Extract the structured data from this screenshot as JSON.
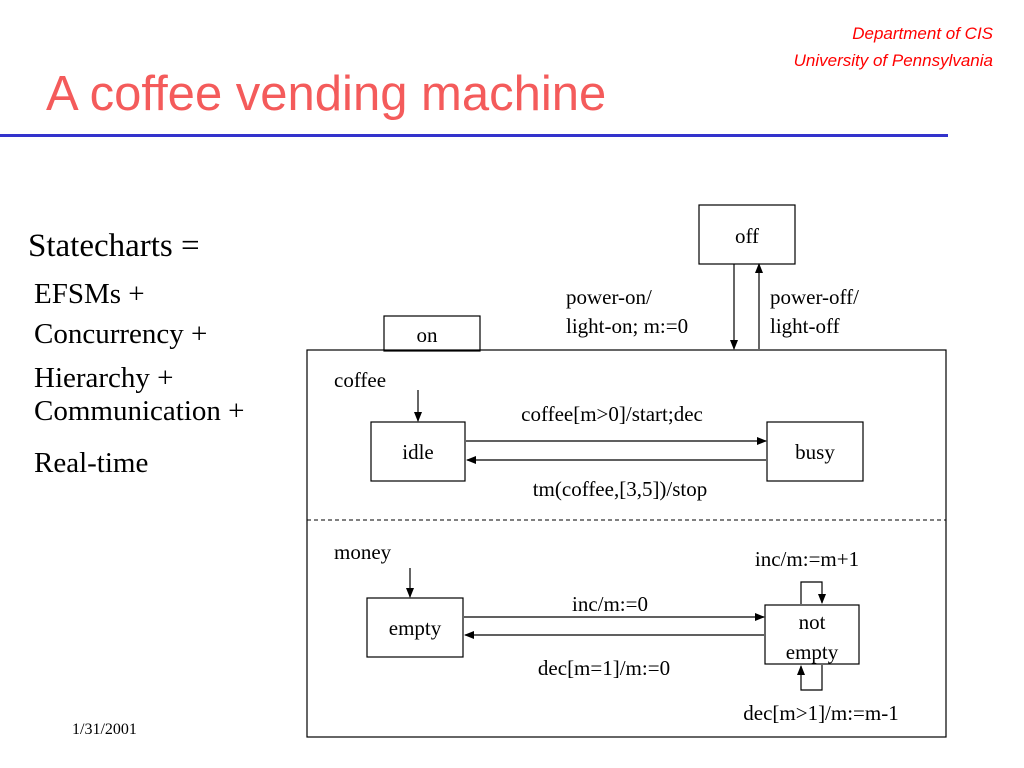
{
  "header": {
    "department_line1": "Department of CIS",
    "department_line2": "University of Pennsylvania",
    "title": "A coffee vending machine",
    "accent_title_color": "#f45b5b",
    "accent_rule_color": "#3333cc",
    "department_color": "#ff0000"
  },
  "bullets": {
    "heading": "Statecharts =",
    "items": [
      "EFSMs +",
      "Concurrency +",
      "Hierarchy +",
      "Communication +",
      "Real-time"
    ]
  },
  "footer": {
    "date": "1/31/2001"
  },
  "statechart": {
    "states": {
      "off": "off",
      "on": "on",
      "idle": "idle",
      "busy": "busy",
      "empty": "empty",
      "not_empty_line1": "not",
      "not_empty_line2": "empty"
    },
    "regions": {
      "coffee": "coffee",
      "money": "money"
    },
    "transitions": {
      "power_on_line1": "power-on/",
      "power_on_line2": "light-on; m:=0",
      "power_off_line1": "power-off/",
      "power_off_line2": "light-off",
      "coffee_start": "coffee[m>0]/start;dec",
      "coffee_stop": "tm(coffee,[3,5])/stop",
      "inc_reset": "inc/m:=0",
      "dec_reset": "dec[m=1]/m:=0",
      "inc_self": "inc/m:=m+1",
      "dec_self": "dec[m>1]/m:=m-1"
    }
  }
}
